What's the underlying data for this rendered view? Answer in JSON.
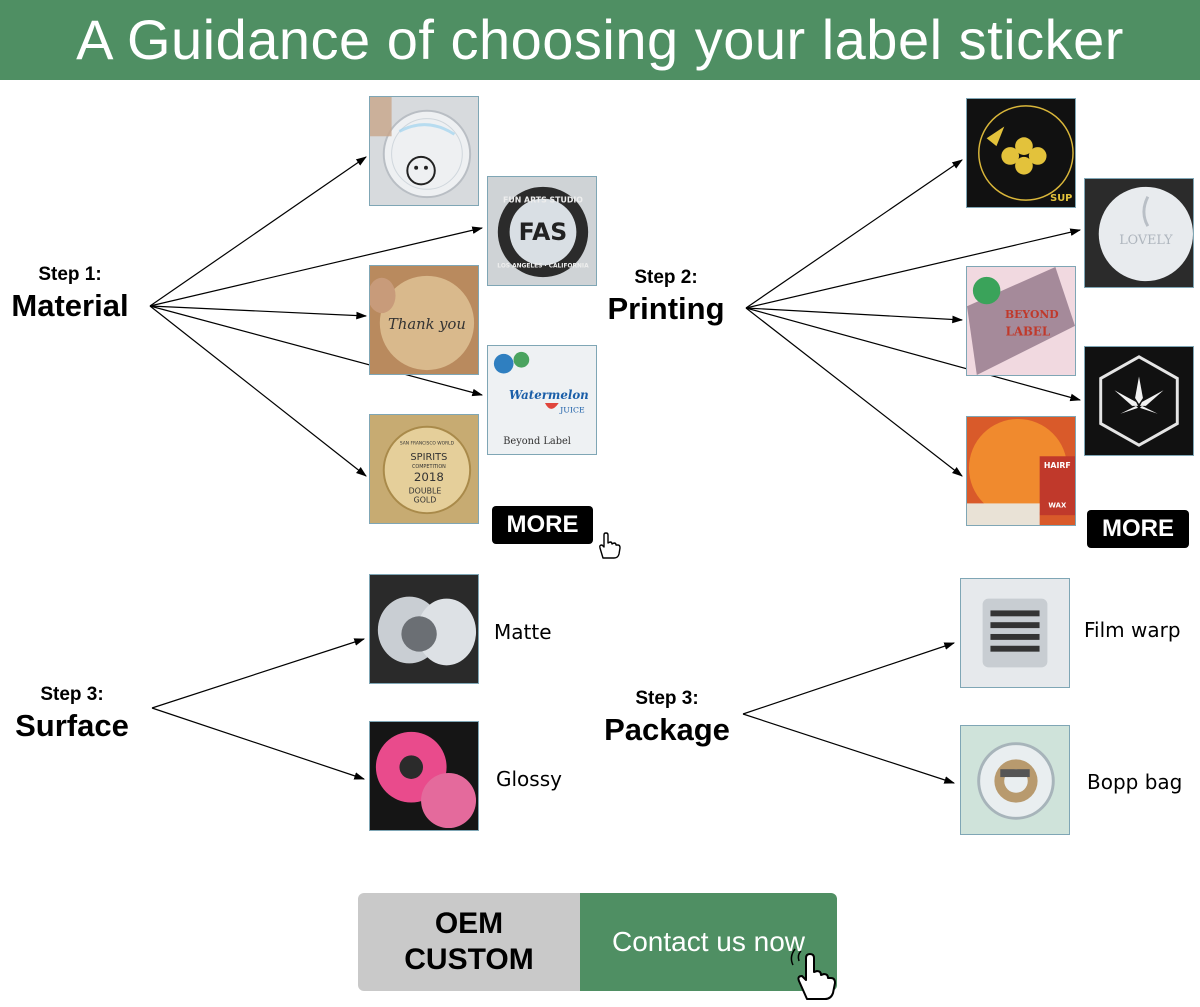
{
  "header": {
    "title": "A Guidance of choosing your label sticker"
  },
  "step1": {
    "label": "Step 1:",
    "title": "Material"
  },
  "step2": {
    "label": "Step 2:",
    "title": "Printing"
  },
  "step3_surface": {
    "label": "Step 3:",
    "title": "Surface",
    "options": [
      "Matte",
      "Glossy"
    ]
  },
  "step3_package": {
    "label": "Step 3:",
    "title": "Package",
    "options": [
      "Film warp",
      "Bopp bag"
    ]
  },
  "material_samples": {
    "thank_you": "Thank you",
    "fas_top": "FUN ARTS STUDIO",
    "fas_mid": "FAS",
    "fas_bottom": "LOS ANGELES · CALIFORNIA",
    "watermelon": "Watermelon",
    "juice": "JUICE",
    "beyond": "Beyond Label",
    "spirits_top": "SAN FRANCISCO WORLD",
    "spirits": "SPIRITS",
    "competition": "COMPETITION",
    "year": "2018",
    "double": "DOUBLE",
    "gold": "GOLD"
  },
  "printing_samples": {
    "sup": "SUP",
    "lovely": "LOVELY",
    "beyond": "BEYOND",
    "label": "LABEL",
    "hair": "HAIRF",
    "wax": "WAX"
  },
  "more_button": {
    "label": "MORE"
  },
  "cta": {
    "line1": "OEM",
    "line2": "CUSTOM",
    "button": "Contact us now"
  },
  "colors": {
    "brand_green": "#4f8f63",
    "cta_gray": "#c9c9c9",
    "thumb_border": "#7fa6b5"
  }
}
